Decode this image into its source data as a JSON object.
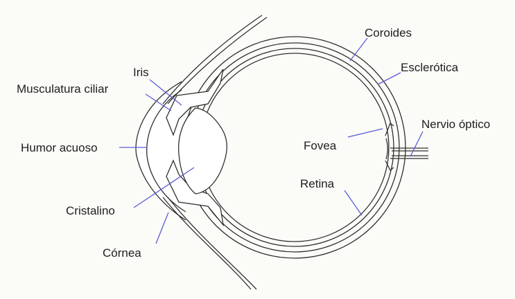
{
  "diagram": {
    "labels": {
      "coroides": "Coroides",
      "esclerotica": "Esclerótica",
      "nervio_optico": "Nervio óptico",
      "fovea": "Fovea",
      "retina": "Retina",
      "iris": "Iris",
      "musculatura_ciliar": "Musculatura ciliar",
      "humor_acuoso": "Humor acuoso",
      "cristalino": "Cristalino",
      "cornea": "Córnea"
    },
    "colors": {
      "background": "#fbfbf8",
      "outline": "#2f2f2f",
      "leader": "#5a5cd6"
    }
  }
}
